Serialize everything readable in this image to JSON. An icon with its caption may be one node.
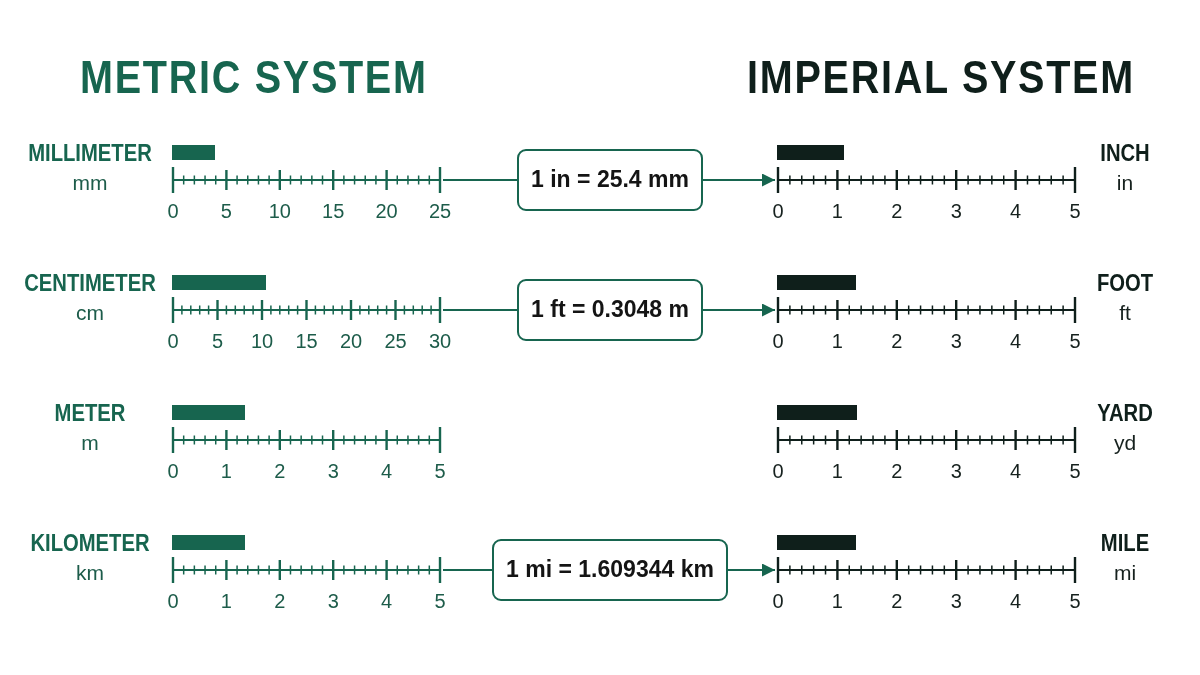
{
  "diagram": {
    "nodes": [
      {
        "text": [],
        "shape": "ruler",
        "beside": [
          "MILLIMETER",
          "mm",
          "0",
          "5",
          "10",
          "15",
          "20",
          "25"
        ]
      },
      {
        "text": [
          "1 in = 25.4 mm"
        ]
      },
      {
        "text": [],
        "shape": "ruler",
        "beside": [
          "INCH",
          "in",
          "0",
          "1",
          "2",
          "3",
          "4",
          "5"
        ]
      },
      {
        "text": [],
        "shape": "ruler",
        "beside": [
          "CENTIMETER",
          "cm",
          "0",
          "5",
          "10",
          "15",
          "20",
          "25",
          "30"
        ]
      },
      {
        "text": [
          "1 ft = 0.3048 m"
        ]
      },
      {
        "text": [],
        "shape": "ruler",
        "beside": [
          "FOOT",
          "ft",
          "0",
          "1",
          "2",
          "3",
          "4",
          "5"
        ]
      },
      {
        "text": [],
        "shape": "ruler",
        "beside": [
          "METER",
          "m",
          "0",
          "1",
          "2",
          "3",
          "4",
          "5"
        ]
      },
      {
        "text": [],
        "shape": "ruler",
        "beside": [
          "YARD",
          "yd",
          "0",
          "1",
          "2",
          "3",
          "4",
          "5"
        ]
      },
      {
        "text": [],
        "shape": "ruler",
        "beside": [
          "KILOMETER",
          "km",
          "0",
          "1",
          "2",
          "3",
          "4",
          "5"
        ]
      },
      {
        "text": [
          "1 mi = 1.609344 km"
        ]
      },
      {
        "text": [],
        "shape": "ruler",
        "beside": [
          "MILE",
          "mi",
          "0",
          "1",
          "2",
          "3",
          "4",
          "5"
        ]
      }
    ],
    "edges": [
      {
        "from": 0,
        "to": 1,
        "arrow": "none"
      },
      {
        "from": 1,
        "to": 2,
        "arrow": "to"
      },
      {
        "from": 3,
        "to": 4,
        "arrow": "none"
      },
      {
        "from": 4,
        "to": 5,
        "arrow": "to"
      },
      {
        "from": 8,
        "to": 9,
        "arrow": "none"
      },
      {
        "from": 9,
        "to": 10,
        "arrow": "to"
      }
    ],
    "labels": [
      "METRIC SYSTEM",
      "IMPERIAL SYSTEM"
    ]
  }
}
